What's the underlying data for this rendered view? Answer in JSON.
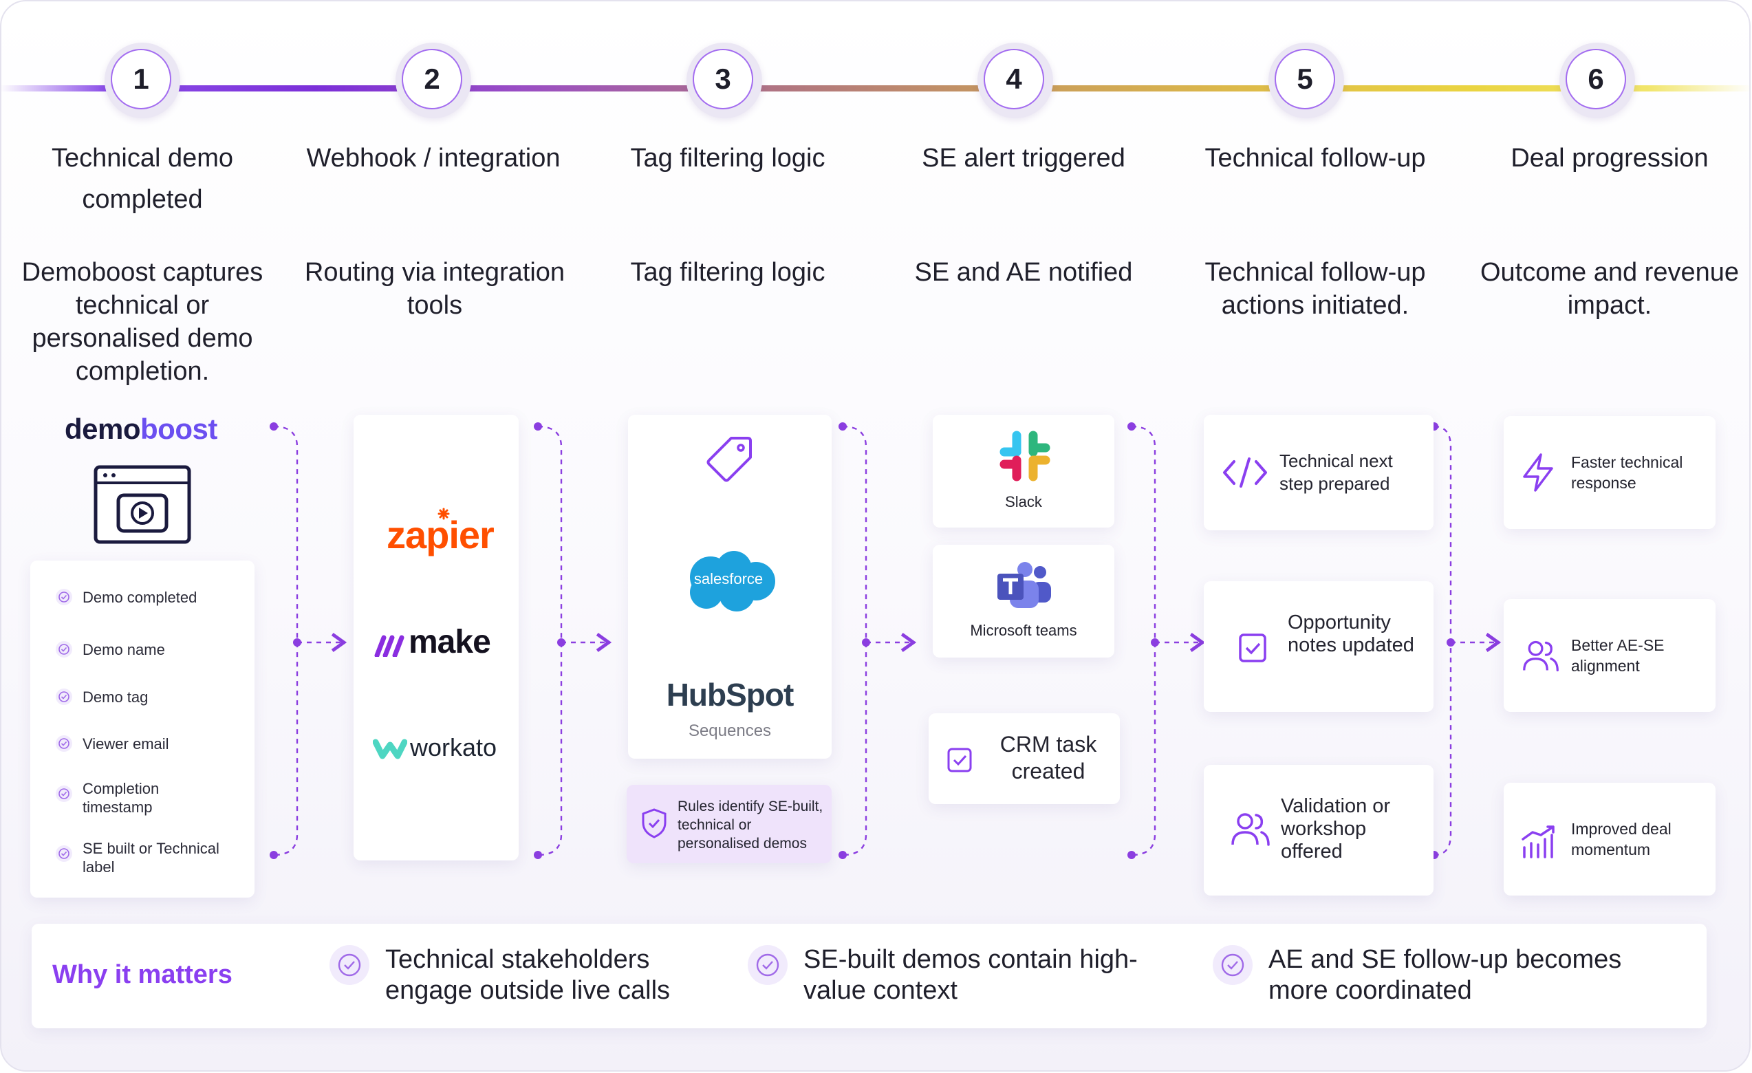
{
  "steps": [
    {
      "number": "1",
      "title": "Technical demo completed",
      "desc": "Demoboost captures technical or personalised demo completion."
    },
    {
      "number": "2",
      "title": "Webhook / integration",
      "desc": "Routing via integration tools"
    },
    {
      "number": "3",
      "title": "Tag filtering logic",
      "desc": "Tag filtering logic"
    },
    {
      "number": "4",
      "title": "SE alert triggered",
      "desc": "SE and AE notified"
    },
    {
      "number": "5",
      "title": "Technical follow-up",
      "desc": "Technical follow-up actions initiated."
    },
    {
      "number": "6",
      "title": "Deal progression",
      "desc": "Outcome and revenue impact."
    }
  ],
  "col1": {
    "logo_text_a": "demo",
    "logo_text_b": "boost",
    "icon": "demo-video-icon",
    "fields": [
      "Demo completed",
      "Demo name",
      "Demo tag",
      "Viewer email",
      "Completion timestamp",
      "SE built or Technical label"
    ]
  },
  "col2": {
    "logos": [
      "zapier",
      "make",
      "workato"
    ]
  },
  "col3": {
    "icon": "tag-icon",
    "salesforce": "salesforce",
    "hubspot": "HubSpot",
    "hubspot_sub": "Sequences",
    "rules": "Rules identify SE-built, technical or personalised demos",
    "rules_icon": "shield-check-icon"
  },
  "col4": {
    "slack": "Slack",
    "teams": "Microsoft teams",
    "crm": "CRM task created"
  },
  "col5": {
    "items": [
      {
        "icon": "code-icon",
        "label": "Technical next step prepared"
      },
      {
        "icon": "checkbox-icon",
        "label": "Opportunity notes updated"
      },
      {
        "icon": "users-icon",
        "label": "Validation or workshop offered"
      }
    ]
  },
  "col6": {
    "items": [
      {
        "icon": "lightning-icon",
        "label": "Faster technical response"
      },
      {
        "icon": "users-icon",
        "label": "Better AE-SE alignment"
      },
      {
        "icon": "bar-growth-icon",
        "label": "Improved deal momentum"
      }
    ]
  },
  "why": {
    "title": "Why it matters",
    "items": [
      "Technical stakeholders engage outside live calls",
      "SE-built demos contain high-value context",
      "AE and SE follow-up becomes more coordinated"
    ]
  },
  "colors": {
    "accent": "#8a3ff0",
    "connector": "#8b3ee0"
  }
}
